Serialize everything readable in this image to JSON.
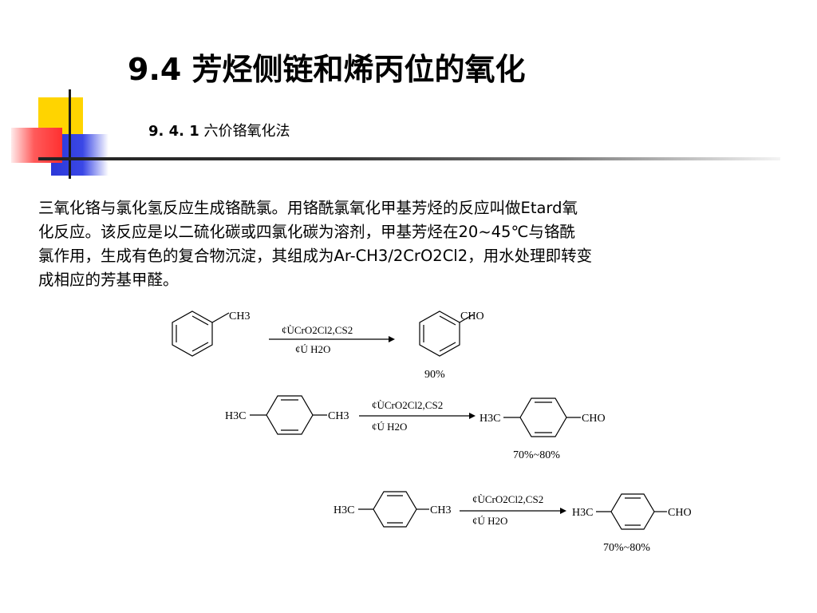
{
  "title": "9.4 芳烃侧链和烯丙位的氧化",
  "section": {
    "number": "9. 4. 1",
    "text": "六价铬氧化法"
  },
  "body_lines": [
    "三氧化铬与氯化氢反应生成铬酰氯。用铬酰氯氧化甲基芳烃的反应叫做Etard氧",
    "化反应。该反应是以二硫化碳或四氯化碳为溶剂，甲基芳烃在20~45℃与铬酰",
    "氯作用，生成有色的复合物沉淀，其组成为Ar-CH3/2CrO2Cl2，用水处理即转变",
    "成相应的芳基甲醛。"
  ],
  "reactions": [
    {
      "reactant_right": "CH3",
      "product_right": "CHO",
      "reagent_top": "¢ÙCrO2Cl2,CS2",
      "reagent_bottom": "¢Ú H2O",
      "yield": "90%"
    },
    {
      "reactant_left": "H3C",
      "reactant_right": "CH3",
      "product_left": "H3C",
      "product_right": "CHO",
      "reagent_top": "¢ÙCrO2Cl2,CS2",
      "reagent_bottom": "¢Ú H2O",
      "yield": "70%~80%"
    },
    {
      "reactant_left": "H3C",
      "reactant_right": "CH3",
      "product_left": "H3C",
      "product_right": "CHO",
      "reagent_top": "¢ÙCrO2Cl2,CS2",
      "reagent_bottom": "¢Ú H2O",
      "yield": "70%~80%"
    }
  ]
}
